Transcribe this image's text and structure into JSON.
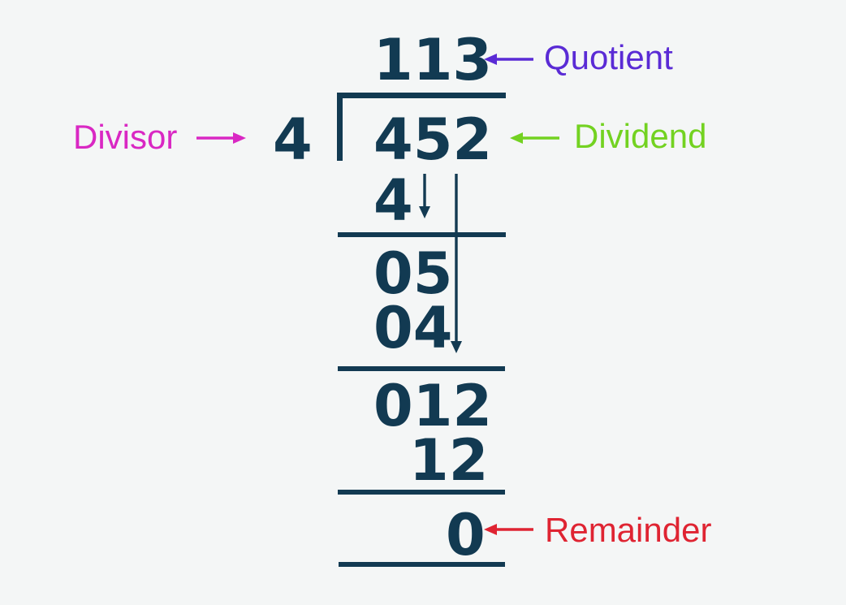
{
  "diagram": {
    "problem": {
      "quotient": "113",
      "divisor": "4",
      "dividend": "452",
      "remainder": "0"
    },
    "work_rows": {
      "subtract_1": "4",
      "bring_down_1": "05",
      "subtract_2": "04",
      "bring_down_2": "012",
      "subtract_3": "12"
    },
    "labels": {
      "quotient": "Quotient",
      "divisor": "Divisor",
      "dividend": "Dividend",
      "remainder": "Remainder"
    }
  },
  "colors": {
    "navy": "#123A52",
    "purple": "#5A2BD5",
    "magenta": "#D928C3",
    "green": "#73D221",
    "red": "#DF2432",
    "background": "#F4F6F6"
  }
}
